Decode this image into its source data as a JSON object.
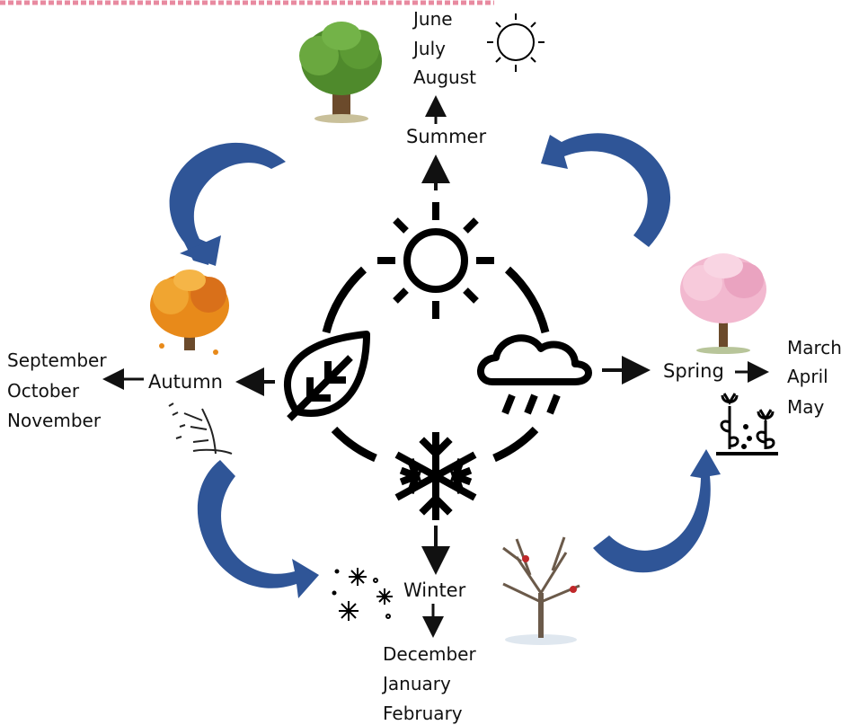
{
  "seasons": {
    "summer": {
      "label": "Summer",
      "months": [
        "June",
        "July",
        "August"
      ]
    },
    "spring": {
      "label": "Spring",
      "months": [
        "March",
        "April",
        "May"
      ]
    },
    "winter": {
      "label": "Winter",
      "months": [
        "December",
        "January",
        "February"
      ]
    },
    "autumn": {
      "label": "Autumn",
      "months": [
        "September",
        "October",
        "November"
      ]
    }
  },
  "colors": {
    "cycle_arrow": "#2f5597",
    "cycle_arrow_dark": "#1f3d73",
    "summer_tree": "#4f8a2c",
    "autumn_tree": "#e88a1a",
    "spring_tree": "#f2b8cf",
    "trunk": "#6b4a2b",
    "top_border": "#e88aa0"
  },
  "icons": [
    "sun-icon",
    "leaf-icon",
    "rain-cloud-icon",
    "snowflake-icon"
  ]
}
